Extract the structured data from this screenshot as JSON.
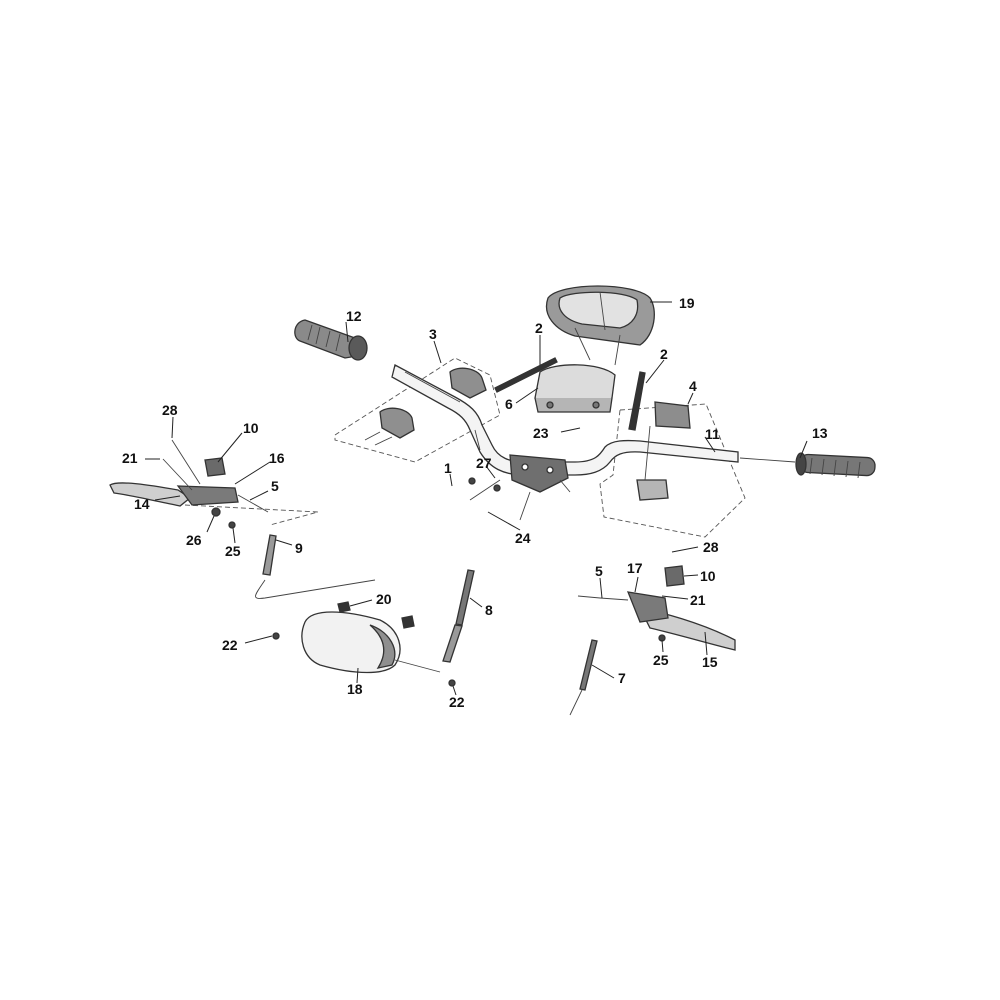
{
  "diagram": {
    "parts": [
      {
        "id": "bar",
        "label": "1"
      },
      {
        "id": "bolt-left",
        "label": "2"
      },
      {
        "id": "bolt-right",
        "label": "2"
      },
      {
        "id": "holder",
        "label": "3"
      },
      {
        "id": "switch-right",
        "label": "4"
      },
      {
        "id": "cable-left",
        "label": "5"
      },
      {
        "id": "cable-right",
        "label": "5"
      },
      {
        "id": "meter",
        "label": "6"
      },
      {
        "id": "cable-7",
        "label": "7"
      },
      {
        "id": "cable-8",
        "label": "8"
      },
      {
        "id": "cable-9",
        "label": "9"
      },
      {
        "id": "master-left",
        "label": "10"
      },
      {
        "id": "master-right",
        "label": "10"
      },
      {
        "id": "throttle-pipe",
        "label": "11"
      },
      {
        "id": "grip-left",
        "label": "12"
      },
      {
        "id": "grip-right",
        "label": "13"
      },
      {
        "id": "lever-left",
        "label": "14"
      },
      {
        "id": "lever-right",
        "label": "15"
      },
      {
        "id": "bracket-16",
        "label": "16"
      },
      {
        "id": "bracket-17",
        "label": "17"
      },
      {
        "id": "headlight",
        "label": "18"
      },
      {
        "id": "meter-cover",
        "label": "19"
      },
      {
        "id": "bulb",
        "label": "20"
      },
      {
        "id": "screw-21-left",
        "label": "21"
      },
      {
        "id": "screw-21-right",
        "label": "21"
      },
      {
        "id": "screw-22-left",
        "label": "22"
      },
      {
        "id": "screw-22-bottom",
        "label": "22"
      },
      {
        "id": "screw-23",
        "label": "23"
      },
      {
        "id": "bolt-24",
        "label": "24"
      },
      {
        "id": "bolt-25-left",
        "label": "25"
      },
      {
        "id": "bolt-25-right",
        "label": "25"
      },
      {
        "id": "nut-26",
        "label": "26"
      },
      {
        "id": "clamp-27",
        "label": "27"
      },
      {
        "id": "screw-28-left",
        "label": "28"
      },
      {
        "id": "screw-28-right",
        "label": "28"
      }
    ]
  }
}
